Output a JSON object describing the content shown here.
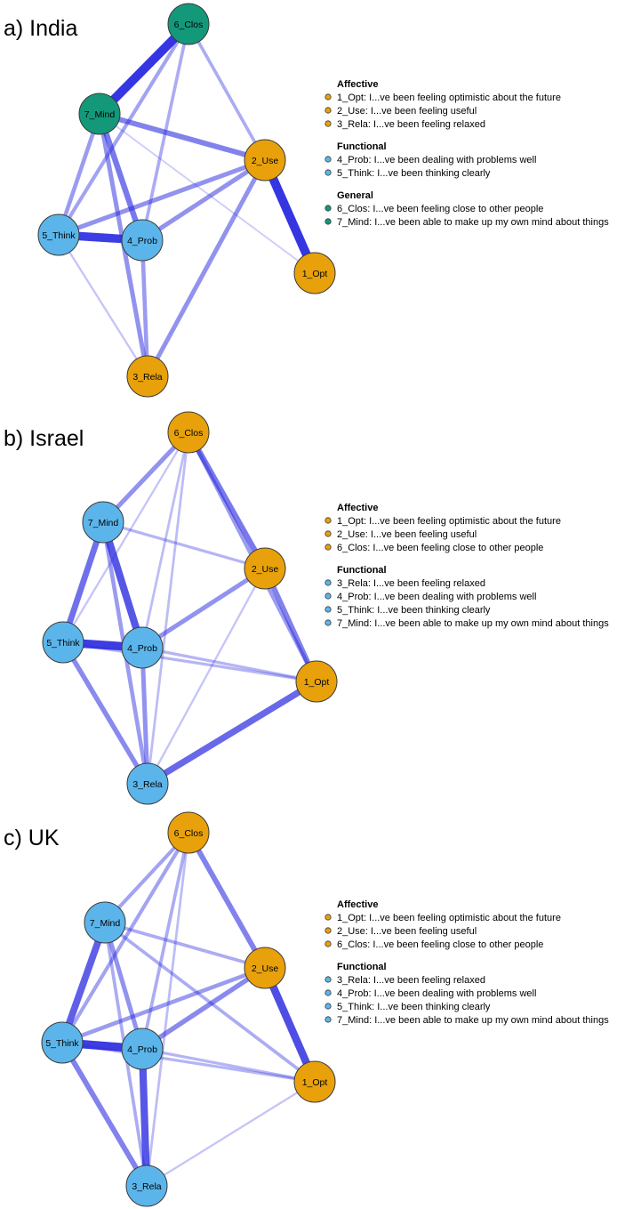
{
  "colors": {
    "affective": "#E8A10A",
    "functional": "#5BB5EA",
    "general": "#13987A",
    "edge": "#2A2AE0",
    "node_stroke": "#3a3a3a"
  },
  "panels": [
    {
      "title": "a) India",
      "nodes": [
        {
          "id": "6_Clos",
          "label": "6_Clos",
          "group": "general"
        },
        {
          "id": "7_Mind",
          "label": "7_Mind",
          "group": "general"
        },
        {
          "id": "2_Use",
          "label": "2_Use",
          "group": "affective"
        },
        {
          "id": "5_Think",
          "label": "5_Think",
          "group": "functional"
        },
        {
          "id": "4_Prob",
          "label": "4_Prob",
          "group": "functional"
        },
        {
          "id": "1_Opt",
          "label": "1_Opt",
          "group": "affective"
        },
        {
          "id": "3_Rela",
          "label": "3_Rela",
          "group": "affective"
        }
      ],
      "edges": [
        {
          "from": "6_Clos",
          "to": "7_Mind",
          "weight": 1.0
        },
        {
          "from": "2_Use",
          "to": "1_Opt",
          "weight": 1.0
        },
        {
          "from": "5_Think",
          "to": "4_Prob",
          "weight": 0.95
        },
        {
          "from": "7_Mind",
          "to": "4_Prob",
          "weight": 0.6
        },
        {
          "from": "7_Mind",
          "to": "2_Use",
          "weight": 0.55
        },
        {
          "from": "7_Mind",
          "to": "5_Think",
          "weight": 0.4
        },
        {
          "from": "7_Mind",
          "to": "3_Rela",
          "weight": 0.45
        },
        {
          "from": "6_Clos",
          "to": "5_Think",
          "weight": 0.35
        },
        {
          "from": "6_Clos",
          "to": "4_Prob",
          "weight": 0.3
        },
        {
          "from": "6_Clos",
          "to": "2_Use",
          "weight": 0.3
        },
        {
          "from": "2_Use",
          "to": "5_Think",
          "weight": 0.45
        },
        {
          "from": "2_Use",
          "to": "4_Prob",
          "weight": 0.45
        },
        {
          "from": "2_Use",
          "to": "3_Rela",
          "weight": 0.45
        },
        {
          "from": "4_Prob",
          "to": "3_Rela",
          "weight": 0.4
        },
        {
          "from": "5_Think",
          "to": "3_Rela",
          "weight": 0.15
        },
        {
          "from": "7_Mind",
          "to": "1_Opt",
          "weight": 0.1
        }
      ],
      "legend": [
        {
          "group": "affective",
          "heading": "Affective",
          "items": [
            "1_Opt: I...ve been feeling optimistic about the future",
            "2_Use: I...ve been feeling useful",
            "3_Rela: I...ve been feeling relaxed"
          ]
        },
        {
          "group": "functional",
          "heading": "Functional",
          "items": [
            "4_Prob: I...ve been dealing with problems well",
            "5_Think: I...ve been thinking clearly"
          ]
        },
        {
          "group": "general",
          "heading": "General",
          "items": [
            "6_Clos: I...ve been feeling close to other people",
            "7_Mind: I...ve been able to make up my own mind about things"
          ]
        }
      ]
    },
    {
      "title": "b) Israel",
      "nodes": [
        {
          "id": "6_Clos",
          "label": "6_Clos",
          "group": "affective"
        },
        {
          "id": "7_Mind",
          "label": "7_Mind",
          "group": "functional"
        },
        {
          "id": "2_Use",
          "label": "2_Use",
          "group": "affective"
        },
        {
          "id": "5_Think",
          "label": "5_Think",
          "group": "functional"
        },
        {
          "id": "4_Prob",
          "label": "4_Prob",
          "group": "functional"
        },
        {
          "id": "1_Opt",
          "label": "1_Opt",
          "group": "affective"
        },
        {
          "id": "3_Rela",
          "label": "3_Rela",
          "group": "functional"
        }
      ],
      "edges": [
        {
          "from": "5_Think",
          "to": "4_Prob",
          "weight": 0.95
        },
        {
          "from": "7_Mind",
          "to": "4_Prob",
          "weight": 0.8
        },
        {
          "from": "7_Mind",
          "to": "5_Think",
          "weight": 0.65
        },
        {
          "from": "6_Clos",
          "to": "2_Use",
          "weight": 0.6
        },
        {
          "from": "2_Use",
          "to": "1_Opt",
          "weight": 0.55
        },
        {
          "from": "3_Rela",
          "to": "1_Opt",
          "weight": 0.7
        },
        {
          "from": "6_Clos",
          "to": "7_Mind",
          "weight": 0.45
        },
        {
          "from": "5_Think",
          "to": "3_Rela",
          "weight": 0.5
        },
        {
          "from": "4_Prob",
          "to": "3_Rela",
          "weight": 0.45
        },
        {
          "from": "4_Prob",
          "to": "2_Use",
          "weight": 0.45
        },
        {
          "from": "7_Mind",
          "to": "3_Rela",
          "weight": 0.4
        },
        {
          "from": "6_Clos",
          "to": "1_Opt",
          "weight": 0.4
        },
        {
          "from": "7_Mind",
          "to": "2_Use",
          "weight": 0.25
        },
        {
          "from": "4_Prob",
          "to": "1_Opt",
          "weight": 0.25
        },
        {
          "from": "5_Think",
          "to": "1_Opt",
          "weight": 0.25
        },
        {
          "from": "6_Clos",
          "to": "4_Prob",
          "weight": 0.2
        },
        {
          "from": "6_Clos",
          "to": "3_Rela",
          "weight": 0.2
        },
        {
          "from": "6_Clos",
          "to": "5_Think",
          "weight": 0.15
        },
        {
          "from": "2_Use",
          "to": "3_Rela",
          "weight": 0.15
        }
      ],
      "legend": [
        {
          "group": "affective",
          "heading": "Affective",
          "items": [
            "1_Opt: I...ve been feeling optimistic about the future",
            "2_Use: I...ve been feeling useful",
            "6_Clos: I...ve been feeling close to other people"
          ]
        },
        {
          "group": "functional",
          "heading": "Functional",
          "items": [
            "3_Rela: I...ve been feeling relaxed",
            "4_Prob: I...ve been dealing with problems well",
            "5_Think: I...ve been thinking clearly",
            "7_Mind: I...ve been able to make up my own mind about things"
          ]
        }
      ]
    },
    {
      "title": "c) UK",
      "nodes": [
        {
          "id": "6_Clos",
          "label": "6_Clos",
          "group": "affective"
        },
        {
          "id": "7_Mind",
          "label": "7_Mind",
          "group": "functional"
        },
        {
          "id": "2_Use",
          "label": "2_Use",
          "group": "affective"
        },
        {
          "id": "5_Think",
          "label": "5_Think",
          "group": "functional"
        },
        {
          "id": "4_Prob",
          "label": "4_Prob",
          "group": "functional"
        },
        {
          "id": "1_Opt",
          "label": "1_Opt",
          "group": "affective"
        },
        {
          "id": "3_Rela",
          "label": "3_Rela",
          "group": "functional"
        }
      ],
      "edges": [
        {
          "from": "5_Think",
          "to": "4_Prob",
          "weight": 0.95
        },
        {
          "from": "2_Use",
          "to": "1_Opt",
          "weight": 0.85
        },
        {
          "from": "7_Mind",
          "to": "5_Think",
          "weight": 0.75
        },
        {
          "from": "4_Prob",
          "to": "3_Rela",
          "weight": 0.8
        },
        {
          "from": "6_Clos",
          "to": "2_Use",
          "weight": 0.55
        },
        {
          "from": "5_Think",
          "to": "3_Rela",
          "weight": 0.55
        },
        {
          "from": "7_Mind",
          "to": "4_Prob",
          "weight": 0.45
        },
        {
          "from": "4_Prob",
          "to": "2_Use",
          "weight": 0.5
        },
        {
          "from": "5_Think",
          "to": "2_Use",
          "weight": 0.4
        },
        {
          "from": "6_Clos",
          "to": "7_Mind",
          "weight": 0.35
        },
        {
          "from": "6_Clos",
          "to": "5_Think",
          "weight": 0.35
        },
        {
          "from": "6_Clos",
          "to": "4_Prob",
          "weight": 0.3
        },
        {
          "from": "7_Mind",
          "to": "2_Use",
          "weight": 0.3
        },
        {
          "from": "7_Mind",
          "to": "1_Opt",
          "weight": 0.3
        },
        {
          "from": "7_Mind",
          "to": "3_Rela",
          "weight": 0.3
        },
        {
          "from": "4_Prob",
          "to": "1_Opt",
          "weight": 0.25
        },
        {
          "from": "5_Think",
          "to": "1_Opt",
          "weight": 0.25
        },
        {
          "from": "6_Clos",
          "to": "3_Rela",
          "weight": 0.2
        },
        {
          "from": "3_Rela",
          "to": "1_Opt",
          "weight": 0.15
        }
      ],
      "legend": [
        {
          "group": "affective",
          "heading": "Affective",
          "items": [
            "1_Opt: I...ve been feeling optimistic about the future",
            "2_Use: I...ve been feeling useful",
            "6_Clos: I...ve been feeling close to other people"
          ]
        },
        {
          "group": "functional",
          "heading": "Functional",
          "items": [
            "3_Rela: I...ve been feeling relaxed",
            "4_Prob: I...ve been dealing with problems well",
            "5_Think: I...ve been thinking clearly",
            "7_Mind: I...ve been able to make up my own mind about things"
          ]
        }
      ]
    }
  ]
}
